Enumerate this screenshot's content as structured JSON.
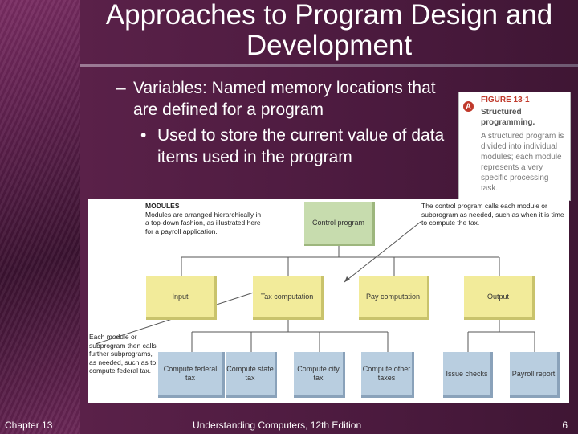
{
  "slide": {
    "title": "Approaches to Program Design and Development",
    "bullets": {
      "level1_marker": "–",
      "level1_text": "Variables: Named memory locations that are defined for a program",
      "level2_marker": "•",
      "level2_text": "Used to store the current value of data items used in the program"
    }
  },
  "figure": {
    "icon": "A",
    "label": "FIGURE 13-1",
    "title": "Structured programming.",
    "description": "A structured program is divided into individual modules; each module represents a very specific processing task."
  },
  "diagram": {
    "modules_heading": "MODULES",
    "modules_note": "Modules are arranged hierarchically in a top-down fashion, as illustrated here for a payroll application.",
    "control_note": "The control program calls each module or subprogram as needed, such as when it is time to compute the tax.",
    "submodule_note": "Each module or subprogram then calls further subprograms, as needed, such as to compute federal tax.",
    "control": "Control program",
    "level2": [
      "Input",
      "Tax computation",
      "Pay computation",
      "Output"
    ],
    "level3": [
      "Compute federal tax",
      "Compute state tax",
      "Compute city tax",
      "Compute other taxes",
      "Issue checks",
      "Payroll report"
    ]
  },
  "footer": {
    "chapter": "Chapter 13",
    "book": "Understanding Computers, 12th Edition",
    "page": "6"
  },
  "colors": {
    "background": "#4a1e3e",
    "accent_red": "#c0392b",
    "box_yellow": "#f2eb9a",
    "box_green": "#c7dcae",
    "box_blue": "#b9cee0"
  }
}
